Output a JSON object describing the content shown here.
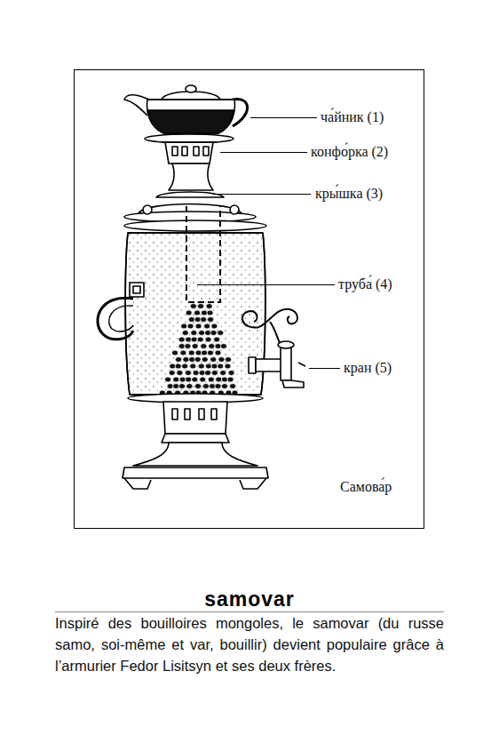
{
  "diagram": {
    "title": "samovar",
    "caption": "Inspiré des bouilloires mongoles, le samovar (du russe samo, soi-même et var, bouillir) devient populaire grâce à l’armurier Fedor Lisitsyn et ses deux frères.",
    "labels": [
      "ча́йник (1)",
      "конфо́рка (2)",
      "кры́шка (3)",
      "труба́ (4)",
      "кран (5)",
      "Самова́р"
    ]
  }
}
